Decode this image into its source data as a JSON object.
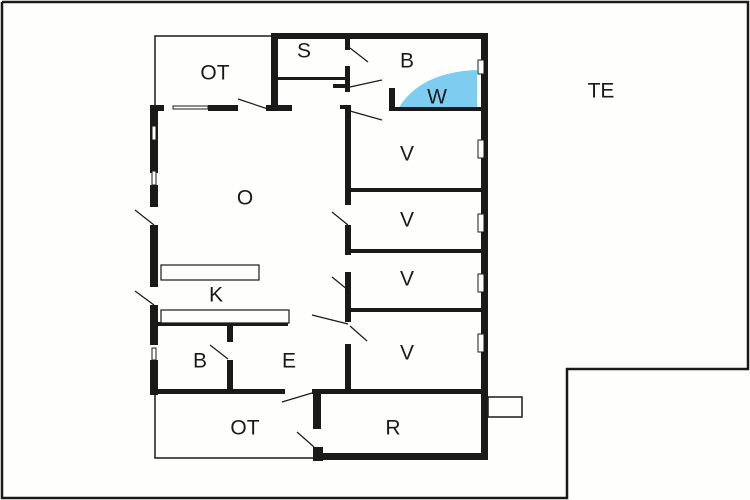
{
  "diagram": {
    "type": "floor-plan",
    "colors": {
      "wall": "#1a1a1a",
      "background": "#fefefc",
      "wet_area": "#7dcdf0"
    },
    "rooms": [
      {
        "id": "ot_top",
        "label": "OT"
      },
      {
        "id": "s",
        "label": "S"
      },
      {
        "id": "b_top",
        "label": "B"
      },
      {
        "id": "w",
        "label": "W"
      },
      {
        "id": "o",
        "label": "O"
      },
      {
        "id": "v1",
        "label": "V"
      },
      {
        "id": "v2",
        "label": "V"
      },
      {
        "id": "v3",
        "label": "V"
      },
      {
        "id": "v4",
        "label": "V"
      },
      {
        "id": "k",
        "label": "K"
      },
      {
        "id": "b_bottom",
        "label": "B"
      },
      {
        "id": "e",
        "label": "E"
      },
      {
        "id": "ot_bottom",
        "label": "OT"
      },
      {
        "id": "r",
        "label": "R"
      },
      {
        "id": "te",
        "label": "TE"
      }
    ]
  }
}
